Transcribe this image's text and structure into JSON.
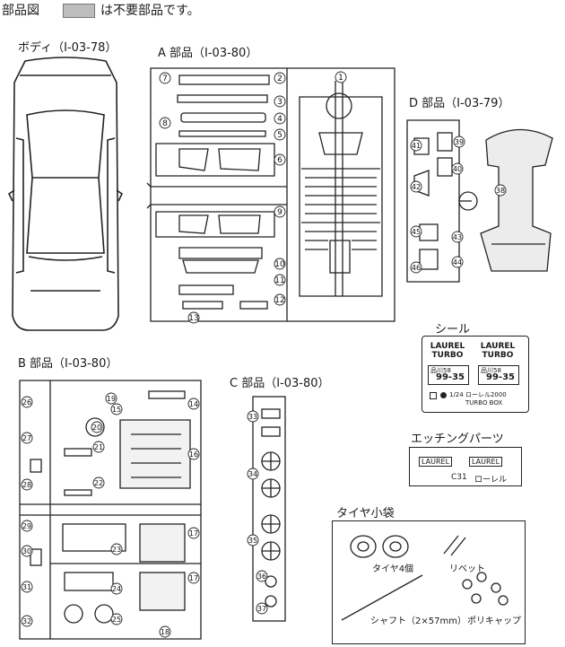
{
  "header": {
    "title": "部品図",
    "legend_text": "は不要部品です。",
    "swatch_color": "#bdbdbd"
  },
  "sections": {
    "body": "ボディ（I-03-78）",
    "a": "A 部品（I-03-80）",
    "d": "D 部品（I-03-79）",
    "b": "B 部品（I-03-80）",
    "c": "C 部品（I-03-80）",
    "seal": "シール",
    "etching": "エッチングパーツ",
    "tire_bag": "タイヤ小袋"
  },
  "a_parts": [
    "1",
    "2",
    "3",
    "4",
    "5",
    "6",
    "7",
    "8",
    "9",
    "10",
    "11",
    "12",
    "13"
  ],
  "d_parts": [
    "38",
    "39",
    "40",
    "41",
    "42",
    "43",
    "44",
    "45",
    "46"
  ],
  "b_parts": [
    "14",
    "15",
    "16",
    "17",
    "18",
    "19",
    "20",
    "21",
    "22",
    "23",
    "24",
    "25",
    "26",
    "27",
    "28",
    "29",
    "30",
    "31",
    "32"
  ],
  "c_parts": [
    "33",
    "34",
    "35",
    "36",
    "37"
  ],
  "seal": {
    "logo1": "LAUREL TURBO",
    "logo2": "LAUREL TURBO",
    "plate1_top": "品川58",
    "plate1_num": "99-35",
    "plate2_top": "品川58",
    "plate2_num": "99-35",
    "caption": "1/24 ローレル2000",
    "caption2": "TURBO BOX"
  },
  "etching": {
    "text1": "LAUREL",
    "text2": "LAUREL",
    "code": "C31",
    "name": "ローレル"
  },
  "tire_bag": {
    "tire": "タイヤ4個",
    "rivet": "リベット",
    "shaft": "シャフト（2×57mm）",
    "cap": "ポリキャップ"
  }
}
